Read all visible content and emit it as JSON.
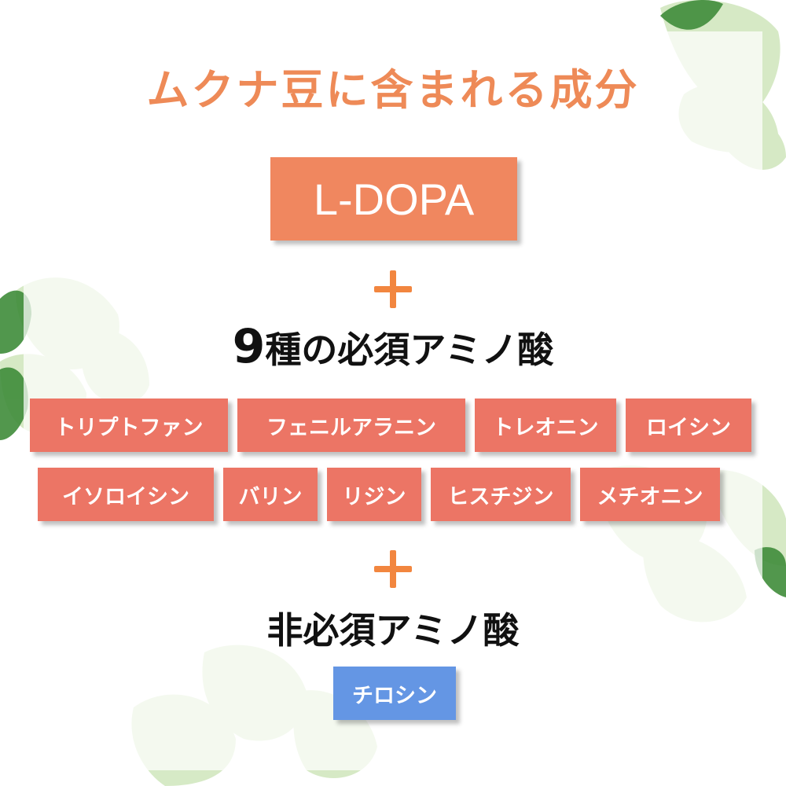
{
  "title": "ムクナ豆に含まれる成分",
  "primary_component": "L-DOPA",
  "plus_symbol": "+",
  "essential_heading": {
    "count": "9",
    "text": "種の必須アミノ酸"
  },
  "essential_amino_acids": {
    "row1": [
      "トリプトファン",
      "フェニルアラニン",
      "トレオニン",
      "ロイシン"
    ],
    "row2": [
      "イソロイシン",
      "バリン",
      "リジン",
      "ヒスチジン",
      "メチオニン"
    ]
  },
  "nonessential_heading": "非必須アミノ酸",
  "nonessential_amino_acids": [
    "チロシン"
  ],
  "colors": {
    "title": "#ee8a57",
    "primary_box": "#f0875f",
    "plus": "#f2863f",
    "essential_tag": "#ec7565",
    "nonessential_tag": "#6496e4",
    "leaf": "#c9e3b3"
  },
  "icons": [
    "plus-icon",
    "leaf-decoration"
  ]
}
